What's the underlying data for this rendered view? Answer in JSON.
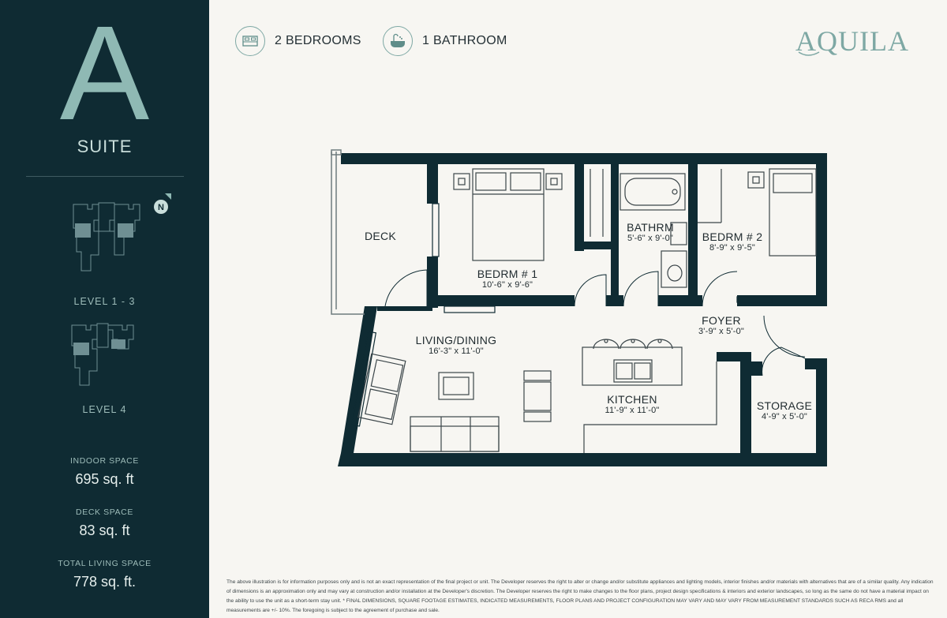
{
  "suite": {
    "letter": "A",
    "word": "SUITE"
  },
  "levels": {
    "level_a": "LEVEL 1 - 3",
    "level_b": "LEVEL 4"
  },
  "compass": {
    "letter": "N"
  },
  "spaces": [
    {
      "label": "INDOOR SPACE",
      "value": "695 sq. ft"
    },
    {
      "label": "DECK SPACE",
      "value": "83 sq. ft"
    },
    {
      "label": "TOTAL LIVING SPACE",
      "value": "778 sq. ft."
    }
  ],
  "features": {
    "bedrooms": {
      "text": "2 BEDROOMS",
      "icon": "bed-icon"
    },
    "bathrooms": {
      "text": "1 BATHROOM",
      "icon": "bathtub-icon"
    }
  },
  "brand": {
    "name": "AQUILA"
  },
  "rooms": {
    "deck": {
      "name": "DECK"
    },
    "bedroom1": {
      "name": "BEDRM # 1",
      "dim": "10'-6\" x 9'-6\""
    },
    "bathroom": {
      "name": "BATHRM",
      "dim": "5'-6\" x 9'-0\""
    },
    "bedroom2": {
      "name": "BEDRM # 2",
      "dim": "8'-9\" x 9'-5\""
    },
    "foyer": {
      "name": "FOYER",
      "dim": "3'-9\" x 5'-0\""
    },
    "living": {
      "name": "LIVING/DINING",
      "dim": "16'-3\" x 11'-0\""
    },
    "kitchen": {
      "name": "KITCHEN",
      "dim": "11'-9\" x 11'-0\""
    },
    "storage": {
      "name": "STORAGE",
      "dim": "4'-9\" x 5'-0\""
    }
  },
  "colors": {
    "sidebar_bg": "#0f2b33",
    "accent": "#8fb9b4",
    "wall": "#0f2b33",
    "page_bg": "#f7f6f2"
  },
  "disclaimer": "The above illustration is for information purposes only and is not an exact representation of the final project or unit. The Developer reserves the right to alter or change and/or substitute appliances and lighting models, interior finishes and/or materials with alternatives that are of a similar quality. Any indication of dimensions is an approximation only and may vary at construction and/or installation at the Developer's discretion. The Developer reserves the right to make changes to the floor plans, project design specifications & interiors and exterior landscapes, so long as the same do not have a material impact on the ability to use the unit as a short-term stay unit. * FINAL DIMENSIONS, SQUARE FOOTAGE ESTIMATES, INDICATED MEASUREMENTS, FLOOR PLANS AND PROJECT CONFIGURATION MAY VARY AND MAY VARY FROM MEASUREMENT STANDARDS SUCH AS RECA RMS and all measurements are +/- 10%. The foregoing is subject to the agreement of purchase and sale."
}
